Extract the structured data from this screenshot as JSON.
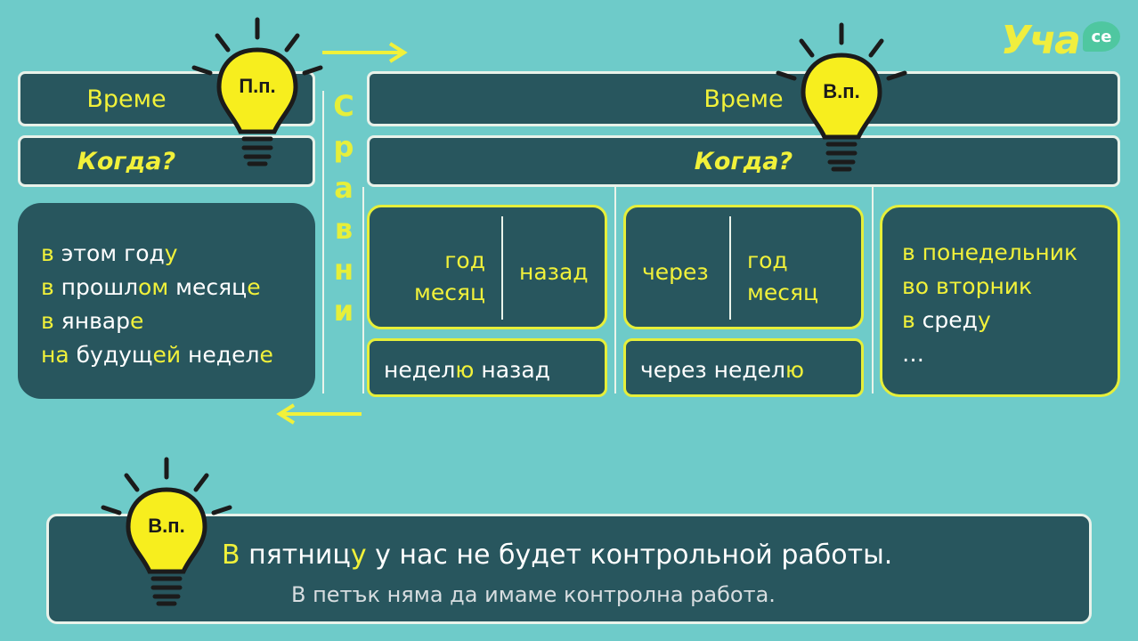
{
  "logo": {
    "text": "Уча",
    "badge": "се"
  },
  "left": {
    "bulb_label": "П.п.",
    "time_header": "Време",
    "question": "Когда?",
    "examples": [
      {
        "a": "в",
        "b": " этом год",
        "c": "у"
      },
      {
        "a": "в",
        "b": " прошл",
        "c": "ом",
        "d": " месяц",
        "e": "е"
      },
      {
        "a": "в",
        "b": " январ",
        "c": "е"
      },
      {
        "a": "на",
        "b": " будущ",
        "c": "ей",
        "d": " недел",
        "e": "е"
      }
    ]
  },
  "compare": {
    "letters": [
      "С",
      "р",
      "а",
      "в",
      "н",
      "и"
    ]
  },
  "right": {
    "bulb_label": "В.п.",
    "time_header": "Време",
    "question": "Когда?",
    "box1": {
      "words": [
        "год",
        "месяц"
      ],
      "after": "назад"
    },
    "box2": {
      "before": "через",
      "words": [
        "год",
        "месяц"
      ]
    },
    "box3": {
      "a": "недел",
      "b": "ю",
      "c": " назад"
    },
    "box4": {
      "a": "через недел",
      "b": "ю"
    },
    "box5": {
      "lines": [
        {
          "a": "в",
          "b": " понедельник"
        },
        {
          "a": "во",
          "b": " вторник"
        },
        {
          "a": "в",
          "b": " сред",
          "c": "у"
        },
        {
          "a": "…"
        }
      ]
    }
  },
  "bottom": {
    "bulb_label": "В.п.",
    "sentence": {
      "a": "В",
      "b": " пятниц",
      "c": "у",
      "d": " у нас не будет контрольной работы."
    },
    "translation": "В петък няма да имаме контролна работа."
  },
  "colors": {
    "background": "#6ecbc9",
    "panel": "#28565e",
    "accent": "#f1f13a",
    "bulb": "#f7ee1e"
  }
}
